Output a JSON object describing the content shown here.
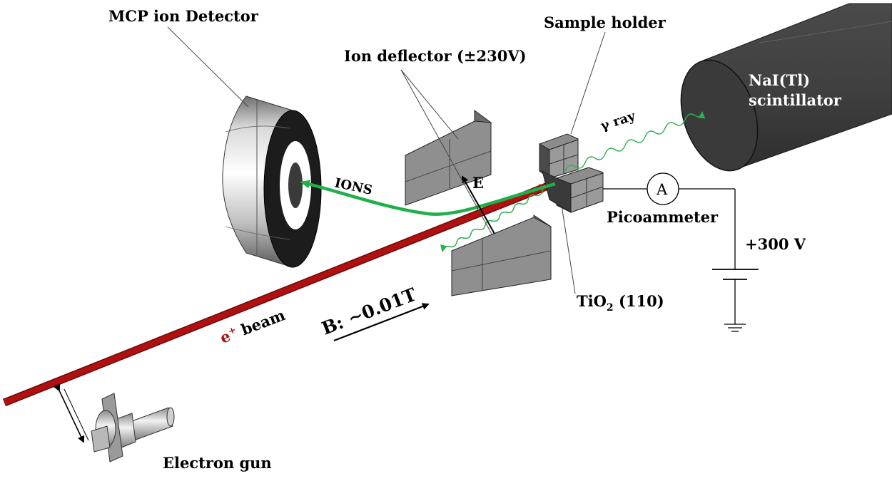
{
  "labels": {
    "mcp_detector": "MCP ion Detector",
    "ion_deflector": "Ion deflector (±230V)",
    "sample_holder": "Sample holder",
    "nai_line1": "NaI(Tl)",
    "nai_line2": "scintillator",
    "gamma_ray": "γ ray",
    "ions": "IONS",
    "e_field": "E",
    "ammeter_symbol": "A",
    "picoammeter": "Picoammeter",
    "voltage": "+300 V",
    "tio2_main": "TiO",
    "tio2_sub": "2",
    "tio2_face": " (110)",
    "b_field": "B: ∼0.01T",
    "beam_e": "e",
    "beam_plus": "+",
    "beam_word": " beam",
    "electron_gun": "Electron gun"
  },
  "colors": {
    "beam": "#b01010",
    "ions_arrow": "#1fb04a",
    "gamma_wave": "#2ab050",
    "scintillator": "#3d3d3d",
    "metal": "#9a9a9a",
    "plate": "#8f8f8f"
  }
}
